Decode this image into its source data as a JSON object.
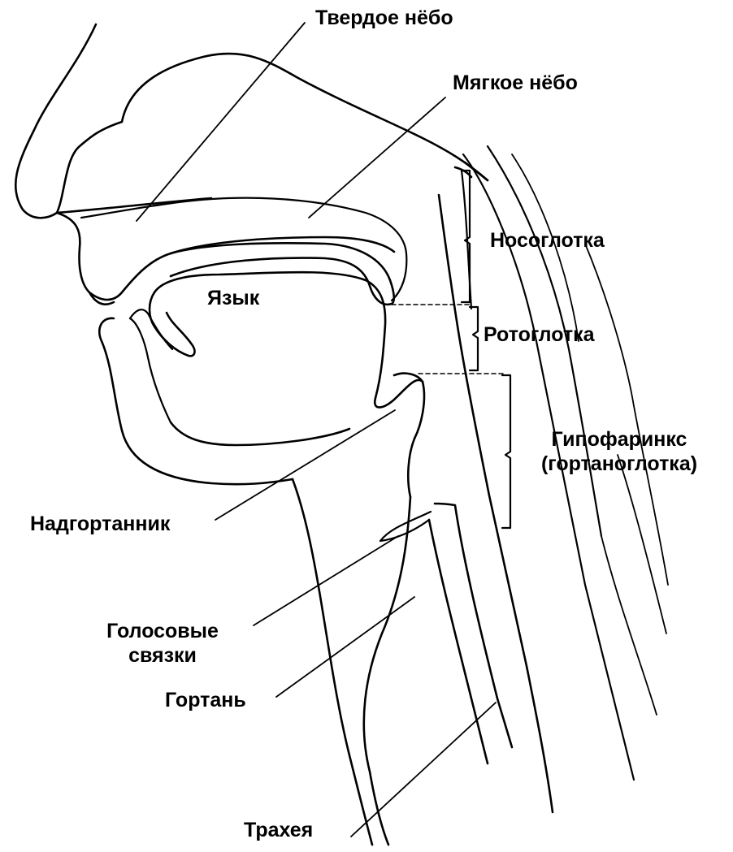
{
  "labels": {
    "hard_palate": "Твердое нёбо",
    "soft_palate": "Мягкое нёбо",
    "nasopharynx": "Носоглотка",
    "tongue": "Язык",
    "oropharynx": "Ротоглотка",
    "hypopharynx_line1": "Гипофаринкс",
    "hypopharynx_line2": "(гортаноглотка)",
    "epiglottis": "Надгортанник",
    "vocal_cords_line1": "Голосовые",
    "vocal_cords_line2": "связки",
    "larynx": "Гортань",
    "trachea": "Трахея"
  },
  "colors": {
    "ink": "#000000",
    "background": "#ffffff"
  }
}
